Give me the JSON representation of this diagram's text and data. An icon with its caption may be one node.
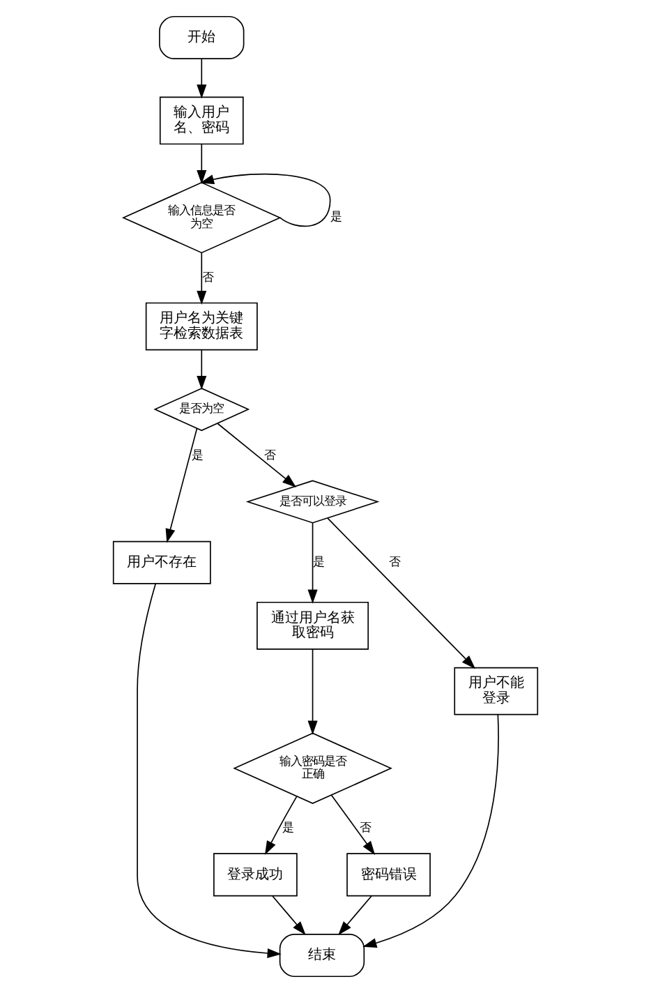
{
  "diagram": {
    "nodes": [
      {
        "text": [
          "开始"
        ]
      },
      {
        "text": [
          "输入用户名、密码"
        ]
      },
      {
        "text": [
          "输入信息是否为空"
        ]
      },
      {
        "text": [
          "用户名为关键字检索数据表"
        ]
      },
      {
        "text": [
          "是否为空"
        ]
      },
      {
        "text": [
          "用户不存在"
        ]
      },
      {
        "text": [
          "是否可以登录"
        ]
      },
      {
        "text": [
          "通过用户名获取密码"
        ]
      },
      {
        "text": [
          "用户不能登录"
        ]
      },
      {
        "text": [
          "输入密码是否正确"
        ]
      },
      {
        "text": [
          "登录成功"
        ]
      },
      {
        "text": [
          "密码错误"
        ]
      },
      {
        "text": [
          "结束"
        ]
      }
    ],
    "edges": [
      {
        "from": 0,
        "to": 1,
        "arrow": "to"
      },
      {
        "from": 1,
        "to": 2,
        "arrow": "to"
      },
      {
        "from": 2,
        "to": 2,
        "arrow": "to",
        "label": "是"
      },
      {
        "from": 2,
        "to": 3,
        "arrow": "to",
        "label": "否"
      },
      {
        "from": 3,
        "to": 4,
        "arrow": "to"
      },
      {
        "from": 4,
        "to": 5,
        "arrow": "to",
        "label": "是"
      },
      {
        "from": 4,
        "to": 6,
        "arrow": "to",
        "label": "否"
      },
      {
        "from": 6,
        "to": 7,
        "arrow": "to",
        "label": "是"
      },
      {
        "from": 6,
        "to": 8,
        "arrow": "to",
        "label": "否"
      },
      {
        "from": 7,
        "to": 9,
        "arrow": "to"
      },
      {
        "from": 9,
        "to": 10,
        "arrow": "to",
        "label": "是"
      },
      {
        "from": 9,
        "to": 11,
        "arrow": "to",
        "label": "否"
      },
      {
        "from": 5,
        "to": 12,
        "arrow": "to"
      },
      {
        "from": 10,
        "to": 12,
        "arrow": "to"
      },
      {
        "from": 11,
        "to": 12,
        "arrow": "to"
      },
      {
        "from": 8,
        "to": 12,
        "arrow": "to"
      }
    ]
  }
}
